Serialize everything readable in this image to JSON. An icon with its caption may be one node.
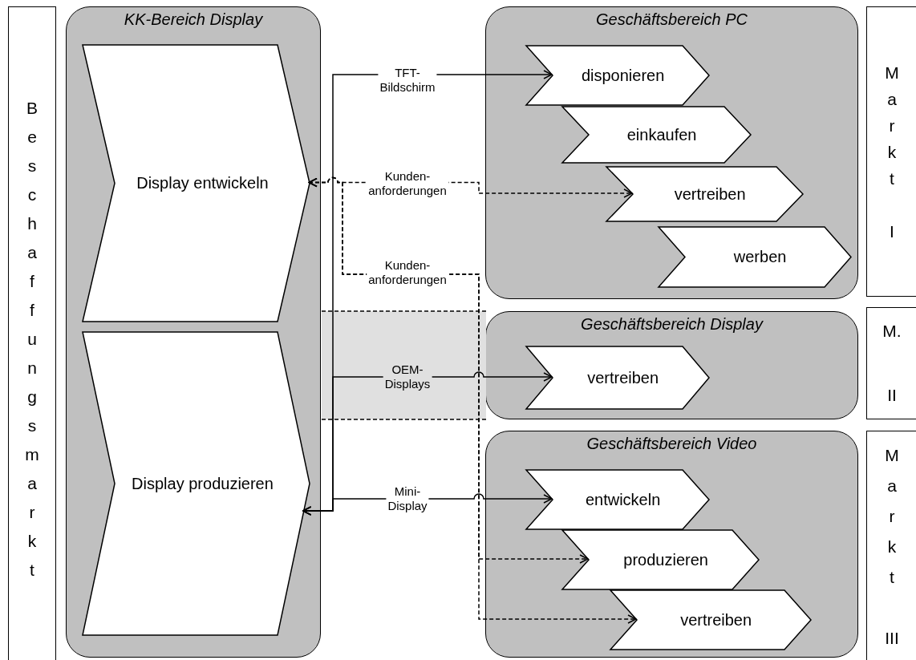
{
  "diagram": {
    "nodes": [
      {
        "text": [
          "Beschaffungsmarkt"
        ]
      },
      {
        "text": [
          "KK-Bereich Display"
        ]
      },
      {
        "text": [
          "Display entwickeln"
        ],
        "in": 1
      },
      {
        "text": [
          "Display produzieren"
        ],
        "in": 1
      },
      {
        "text": [
          "Geschäftsbereich PC"
        ]
      },
      {
        "text": [
          "disponieren"
        ],
        "in": 4
      },
      {
        "text": [
          "einkaufen"
        ],
        "in": 4
      },
      {
        "text": [
          "vertreiben"
        ],
        "in": 4
      },
      {
        "text": [
          "werben"
        ],
        "in": 4
      },
      {
        "text": [
          "Geschäftsbereich Display"
        ]
      },
      {
        "text": [
          "vertreiben"
        ],
        "in": 9
      },
      {
        "text": [
          "Geschäftsbereich Video"
        ]
      },
      {
        "text": [
          "entwickeln"
        ],
        "in": 11
      },
      {
        "text": [
          "produzieren"
        ],
        "in": 11
      },
      {
        "text": [
          "vertreiben"
        ],
        "in": 11
      },
      {
        "text": [
          "Markt I"
        ]
      },
      {
        "text": [
          "M. II"
        ]
      },
      {
        "text": [
          "Markt III"
        ]
      }
    ],
    "edges": [
      {
        "from": 3,
        "to": 5,
        "arrow": "both",
        "label": "TFT- Bildschirm"
      },
      {
        "from": 3,
        "to": 10,
        "arrow": "both",
        "label": "OEM- Displays"
      },
      {
        "from": 3,
        "to": 12,
        "arrow": "both",
        "label": "Mini- Display"
      },
      {
        "from": 2,
        "to": 7,
        "arrow": "both",
        "label": "Kunden- anforderungen",
        "style": "dashed"
      },
      {
        "from": 2,
        "to": 13,
        "arrow": "both",
        "label": "Kunden- anforderungen",
        "style": "dashed"
      },
      {
        "from": 2,
        "to": 14,
        "arrow": "both",
        "style": "dashed"
      }
    ]
  }
}
